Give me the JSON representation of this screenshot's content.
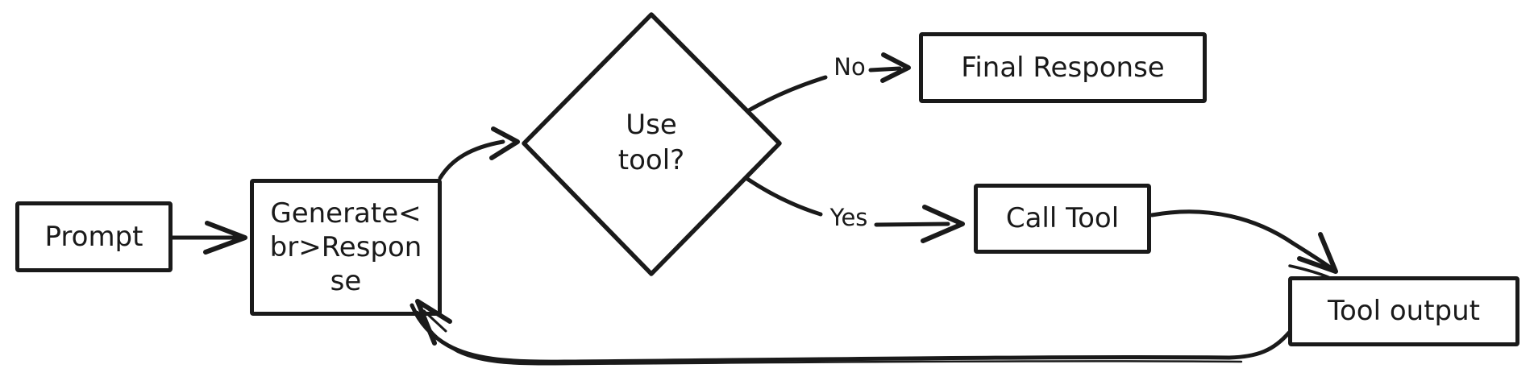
{
  "style": {
    "ink": "#1a1a1a",
    "background": "#ffffff"
  },
  "nodes": {
    "prompt": {
      "type": "rectangle",
      "label": "Prompt"
    },
    "generate": {
      "type": "rectangle",
      "label": "Generate<br>Response",
      "lines": [
        "Generate<",
        "br>Respon",
        "se"
      ]
    },
    "use_tool": {
      "type": "diamond",
      "label": "Use tool?",
      "lines": [
        "Use",
        "tool?"
      ]
    },
    "final_response": {
      "type": "rectangle",
      "label": "Final Response"
    },
    "call_tool": {
      "type": "rectangle",
      "label": "Call Tool"
    },
    "tool_output": {
      "type": "rectangle",
      "label": "Tool output"
    }
  },
  "edges": [
    {
      "from": "prompt",
      "to": "generate",
      "label": ""
    },
    {
      "from": "generate",
      "to": "use_tool",
      "label": ""
    },
    {
      "from": "use_tool",
      "to": "final_response",
      "label": "No"
    },
    {
      "from": "use_tool",
      "to": "call_tool",
      "label": "Yes"
    },
    {
      "from": "call_tool",
      "to": "tool_output",
      "label": ""
    },
    {
      "from": "tool_output",
      "to": "generate",
      "label": ""
    }
  ]
}
